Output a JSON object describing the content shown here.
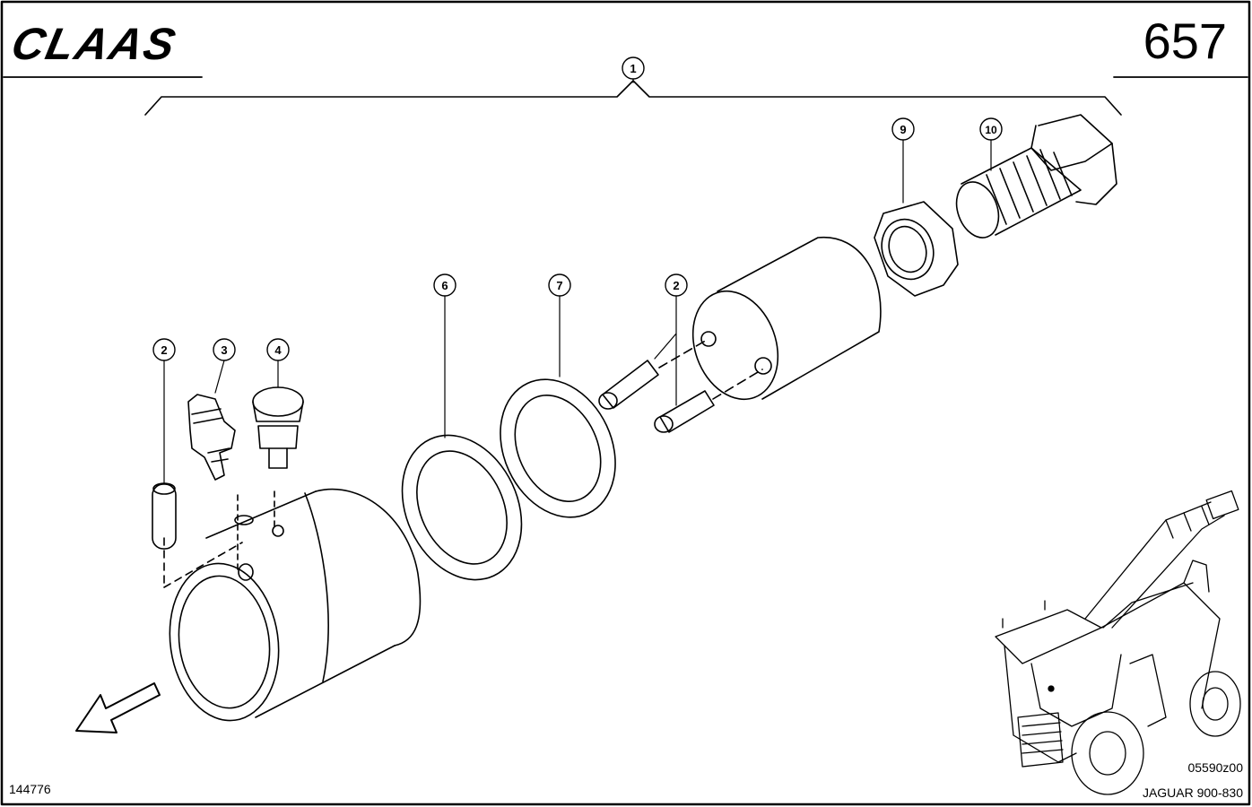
{
  "header": {
    "brand": "CLAAS",
    "page_number": "657"
  },
  "footer": {
    "drawing_number": "144776",
    "reference_code": "05590z00",
    "model": "JAGUAR 900-830"
  },
  "callouts": [
    {
      "id": "callout-1",
      "label": "1"
    },
    {
      "id": "callout-2a",
      "label": "2"
    },
    {
      "id": "callout-3",
      "label": "3"
    },
    {
      "id": "callout-4",
      "label": "4"
    },
    {
      "id": "callout-6",
      "label": "6"
    },
    {
      "id": "callout-7",
      "label": "7"
    },
    {
      "id": "callout-2b",
      "label": "2"
    },
    {
      "id": "callout-9",
      "label": "9"
    },
    {
      "id": "callout-10",
      "label": "10"
    }
  ]
}
